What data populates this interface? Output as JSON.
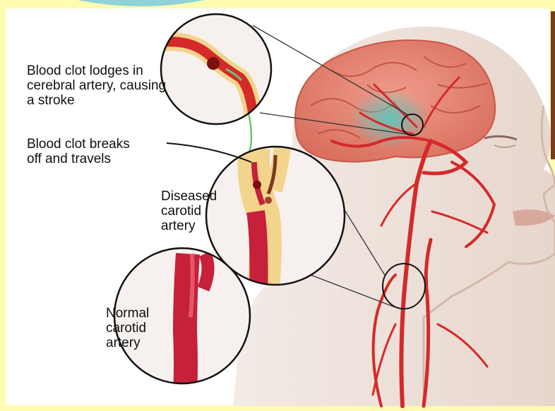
{
  "labels": {
    "clot_lodges": "Blood clot lodges in\ncerebral artery, causing\na stroke",
    "clot_breaks": "Blood clot breaks\noff and travels",
    "diseased": "Diseased\ncarotid\nartery",
    "normal": "Normal\ncarotid\nartery"
  },
  "colors": {
    "frame": "#fffbb0",
    "panel": "#ffffff",
    "artery": "#d42a2a",
    "plaque": "#f2d48c",
    "brain": "#e98a7d",
    "clot_zone": "#4fb8b3",
    "skin": "#efe3dc"
  }
}
